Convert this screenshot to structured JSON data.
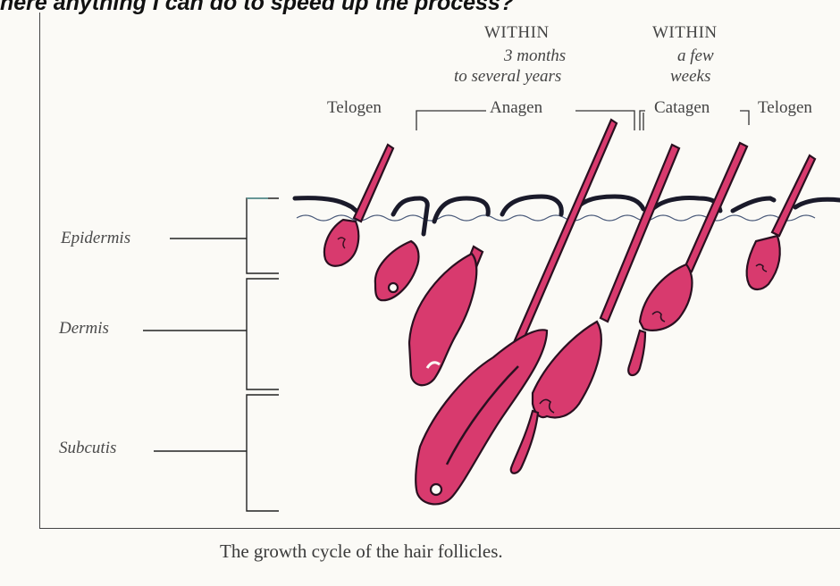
{
  "heading": "here anything I can do to speed up the process?",
  "duration_labels": {
    "anagen": {
      "head": "WITHIN",
      "line1": "3 months",
      "line2": "to several years"
    },
    "catagen": {
      "head": "WITHIN",
      "line1": "a few",
      "line2": "weeks"
    }
  },
  "phases": [
    "Telogen",
    "Anagen",
    "Catagen",
    "Telogen"
  ],
  "layers": [
    "Epidermis",
    "Dermis",
    "Subcutis"
  ],
  "caption": "The growth cycle of the hair follicles.",
  "colors": {
    "follicle": "#d83a6e",
    "skin_line": "#1a1a2a",
    "brace": "#222222"
  }
}
